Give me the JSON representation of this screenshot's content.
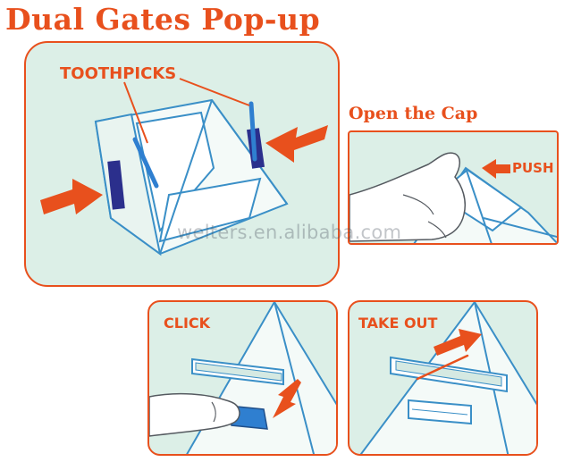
{
  "title": "Dual Gates Pop-up",
  "subtitle": "Open the Cap",
  "labels": {
    "toothpicks": "TOOTHPICKS",
    "push": "PUSH",
    "click": "CLICK",
    "take_out": "TAKE OUT"
  },
  "watermark": "welters.en.alibaba.com",
  "colors": {
    "accent": "#e8501d",
    "panel_bg": "#dcefe7",
    "outline": "#3a8fc7",
    "gate": "#2b2f8c",
    "stick": "#2f7fd0"
  }
}
